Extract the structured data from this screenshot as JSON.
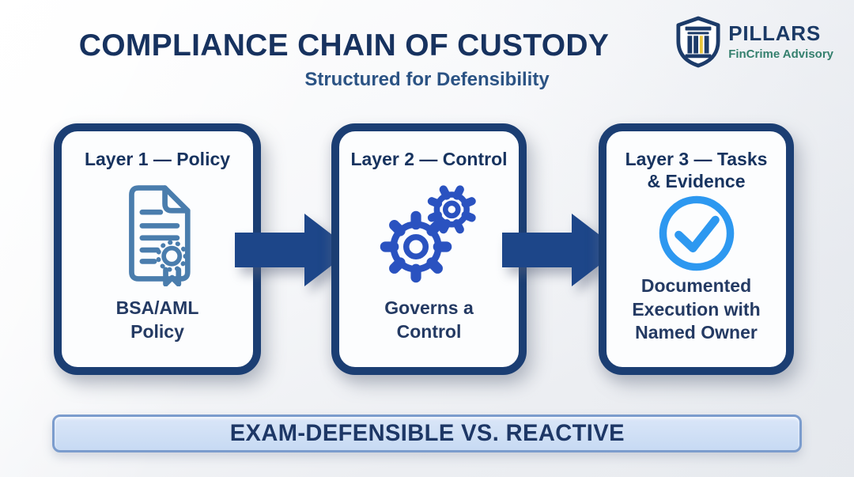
{
  "header": {
    "title": "COMPLIANCE CHAIN OF CUSTODY",
    "subtitle": "Structured for Defensibility"
  },
  "logo": {
    "name": "PILLARS",
    "tagline": "FinCrime Advisory",
    "icon": "pillar-shield-icon"
  },
  "cards": [
    {
      "title": "Layer 1 — Policy",
      "icon": "policy-document-icon",
      "body": "BSA/AML\nPolicy"
    },
    {
      "title": "Layer 2 — Control",
      "icon": "gears-icon",
      "body": "Governs a\nControl"
    },
    {
      "title": "Layer 3 — Tasks\n& Evidence",
      "icon": "check-circle-icon",
      "body": "Documented\nExecution with\nNamed Owner"
    }
  ],
  "arrows": [
    {
      "icon": "arrow-right-icon"
    },
    {
      "icon": "arrow-right-icon"
    }
  ],
  "banner": {
    "label": "EXAM-DEFENSIBLE VS. REACTIVE"
  },
  "colors": {
    "title_navy": "#17325f",
    "subtitle_blue": "#2b5384",
    "card_border_navy": "#1b3e73",
    "arrow_navy": "#1d4689",
    "document_icon_blue": "#4a7dad",
    "gear_icon_blue": "#2a52c0",
    "check_icon_blue": "#2d98f0",
    "banner_fill": "#cbddf5",
    "banner_border": "#7b9ccd",
    "brand_navy": "#1b3a66",
    "brand_teal": "#35806e",
    "pillar_gold": "#e9c53b"
  }
}
